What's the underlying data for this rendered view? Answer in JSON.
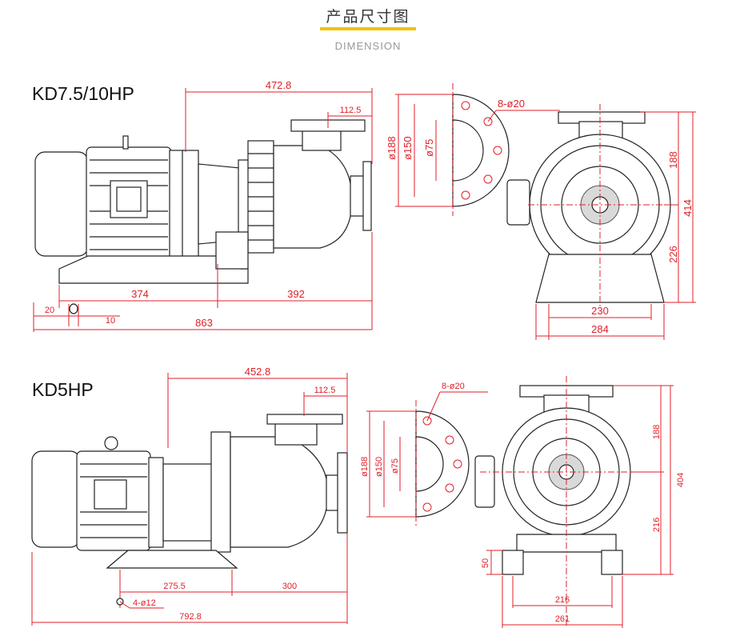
{
  "header": {
    "title": "产品尺寸图",
    "subtitle": "DIMENSION",
    "accent": "#f2c200"
  },
  "dim_color": "#e0202a",
  "kd75": {
    "model": "KD7.5/10HP",
    "side": {
      "total_top": "472.8",
      "flange_offset": "112.5",
      "base_left": "374",
      "base_right": "392",
      "foot": "20",
      "hole": "10",
      "total_bottom": "863"
    },
    "flange": {
      "bolts": "8-ø20",
      "d1": "ø188",
      "d2": "ø150",
      "d3": "ø75"
    },
    "front": {
      "h_top": "188",
      "h_total": "414",
      "h_bottom": "226",
      "w_inner": "230",
      "w_outer": "284"
    }
  },
  "kd5": {
    "model": "KD5HP",
    "side": {
      "total_top": "452.8",
      "flange_offset": "112.5",
      "base_left": "275.5",
      "base_right": "300",
      "holes": "4-ø12",
      "total_bottom": "792.8"
    },
    "flange": {
      "bolts": "8-ø20",
      "d1": "ø188",
      "d2": "ø150",
      "d3": "ø75"
    },
    "front": {
      "h_top": "188",
      "h_total": "404",
      "h_bottom": "216",
      "foot_h": "50",
      "w_inner": "216",
      "w_outer": "261"
    }
  }
}
